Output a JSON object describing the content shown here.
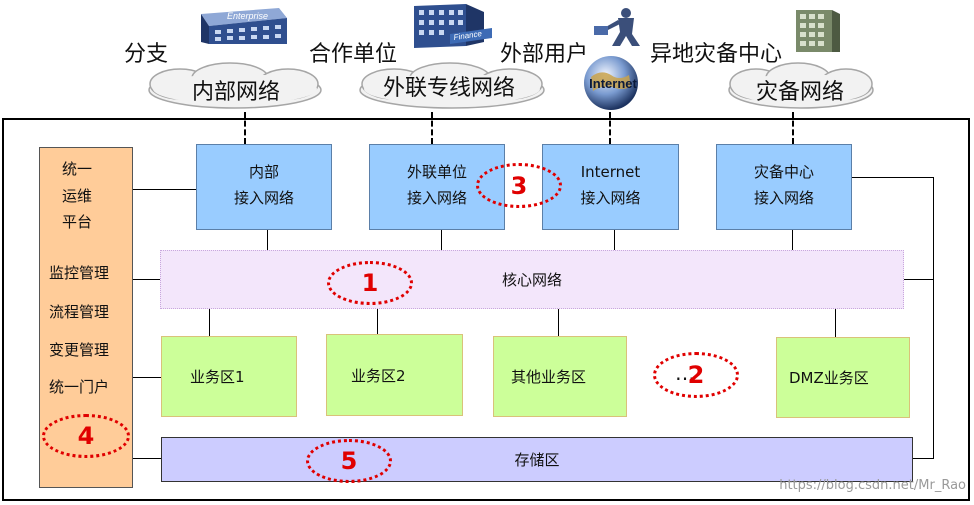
{
  "top": {
    "labels": [
      "分支",
      "合作单位",
      "外部用户",
      "异地灾备中心"
    ],
    "clouds": [
      "内部网络",
      "外联专线网络",
      "灾备网络"
    ],
    "enterprise_sign": "Enterprise",
    "finance_sign": "Finance",
    "globe_text": "Internet"
  },
  "access": [
    {
      "line1": "内部",
      "line2": "接入网络"
    },
    {
      "line1": "外联单位",
      "line2": "接入网络"
    },
    {
      "line1": "Internet",
      "line2": "接入网络"
    },
    {
      "line1": "灾备中心",
      "line2": "接入网络"
    }
  ],
  "core": "核心网络",
  "zones": [
    "业务区1",
    "业务区2",
    "其他业务区",
    "DMZ业务区"
  ],
  "ellipsis": "…",
  "storage": "存储区",
  "ops": {
    "title": [
      "统一",
      "运维",
      "平台"
    ],
    "items": [
      "监控管理",
      "流程管理",
      "变更管理",
      "统一门户"
    ]
  },
  "markers": [
    "1",
    "2",
    "3",
    "4",
    "5"
  ],
  "watermark": "https://blog.csdn.net/Mr_Rao",
  "colors": {
    "access_fill": "#99ccff",
    "zone_fill": "#ccff99",
    "core_fill": "#f3e6fb",
    "storage_fill": "#ccccff",
    "ops_fill": "#ffcc99",
    "marker": "#e00000"
  }
}
